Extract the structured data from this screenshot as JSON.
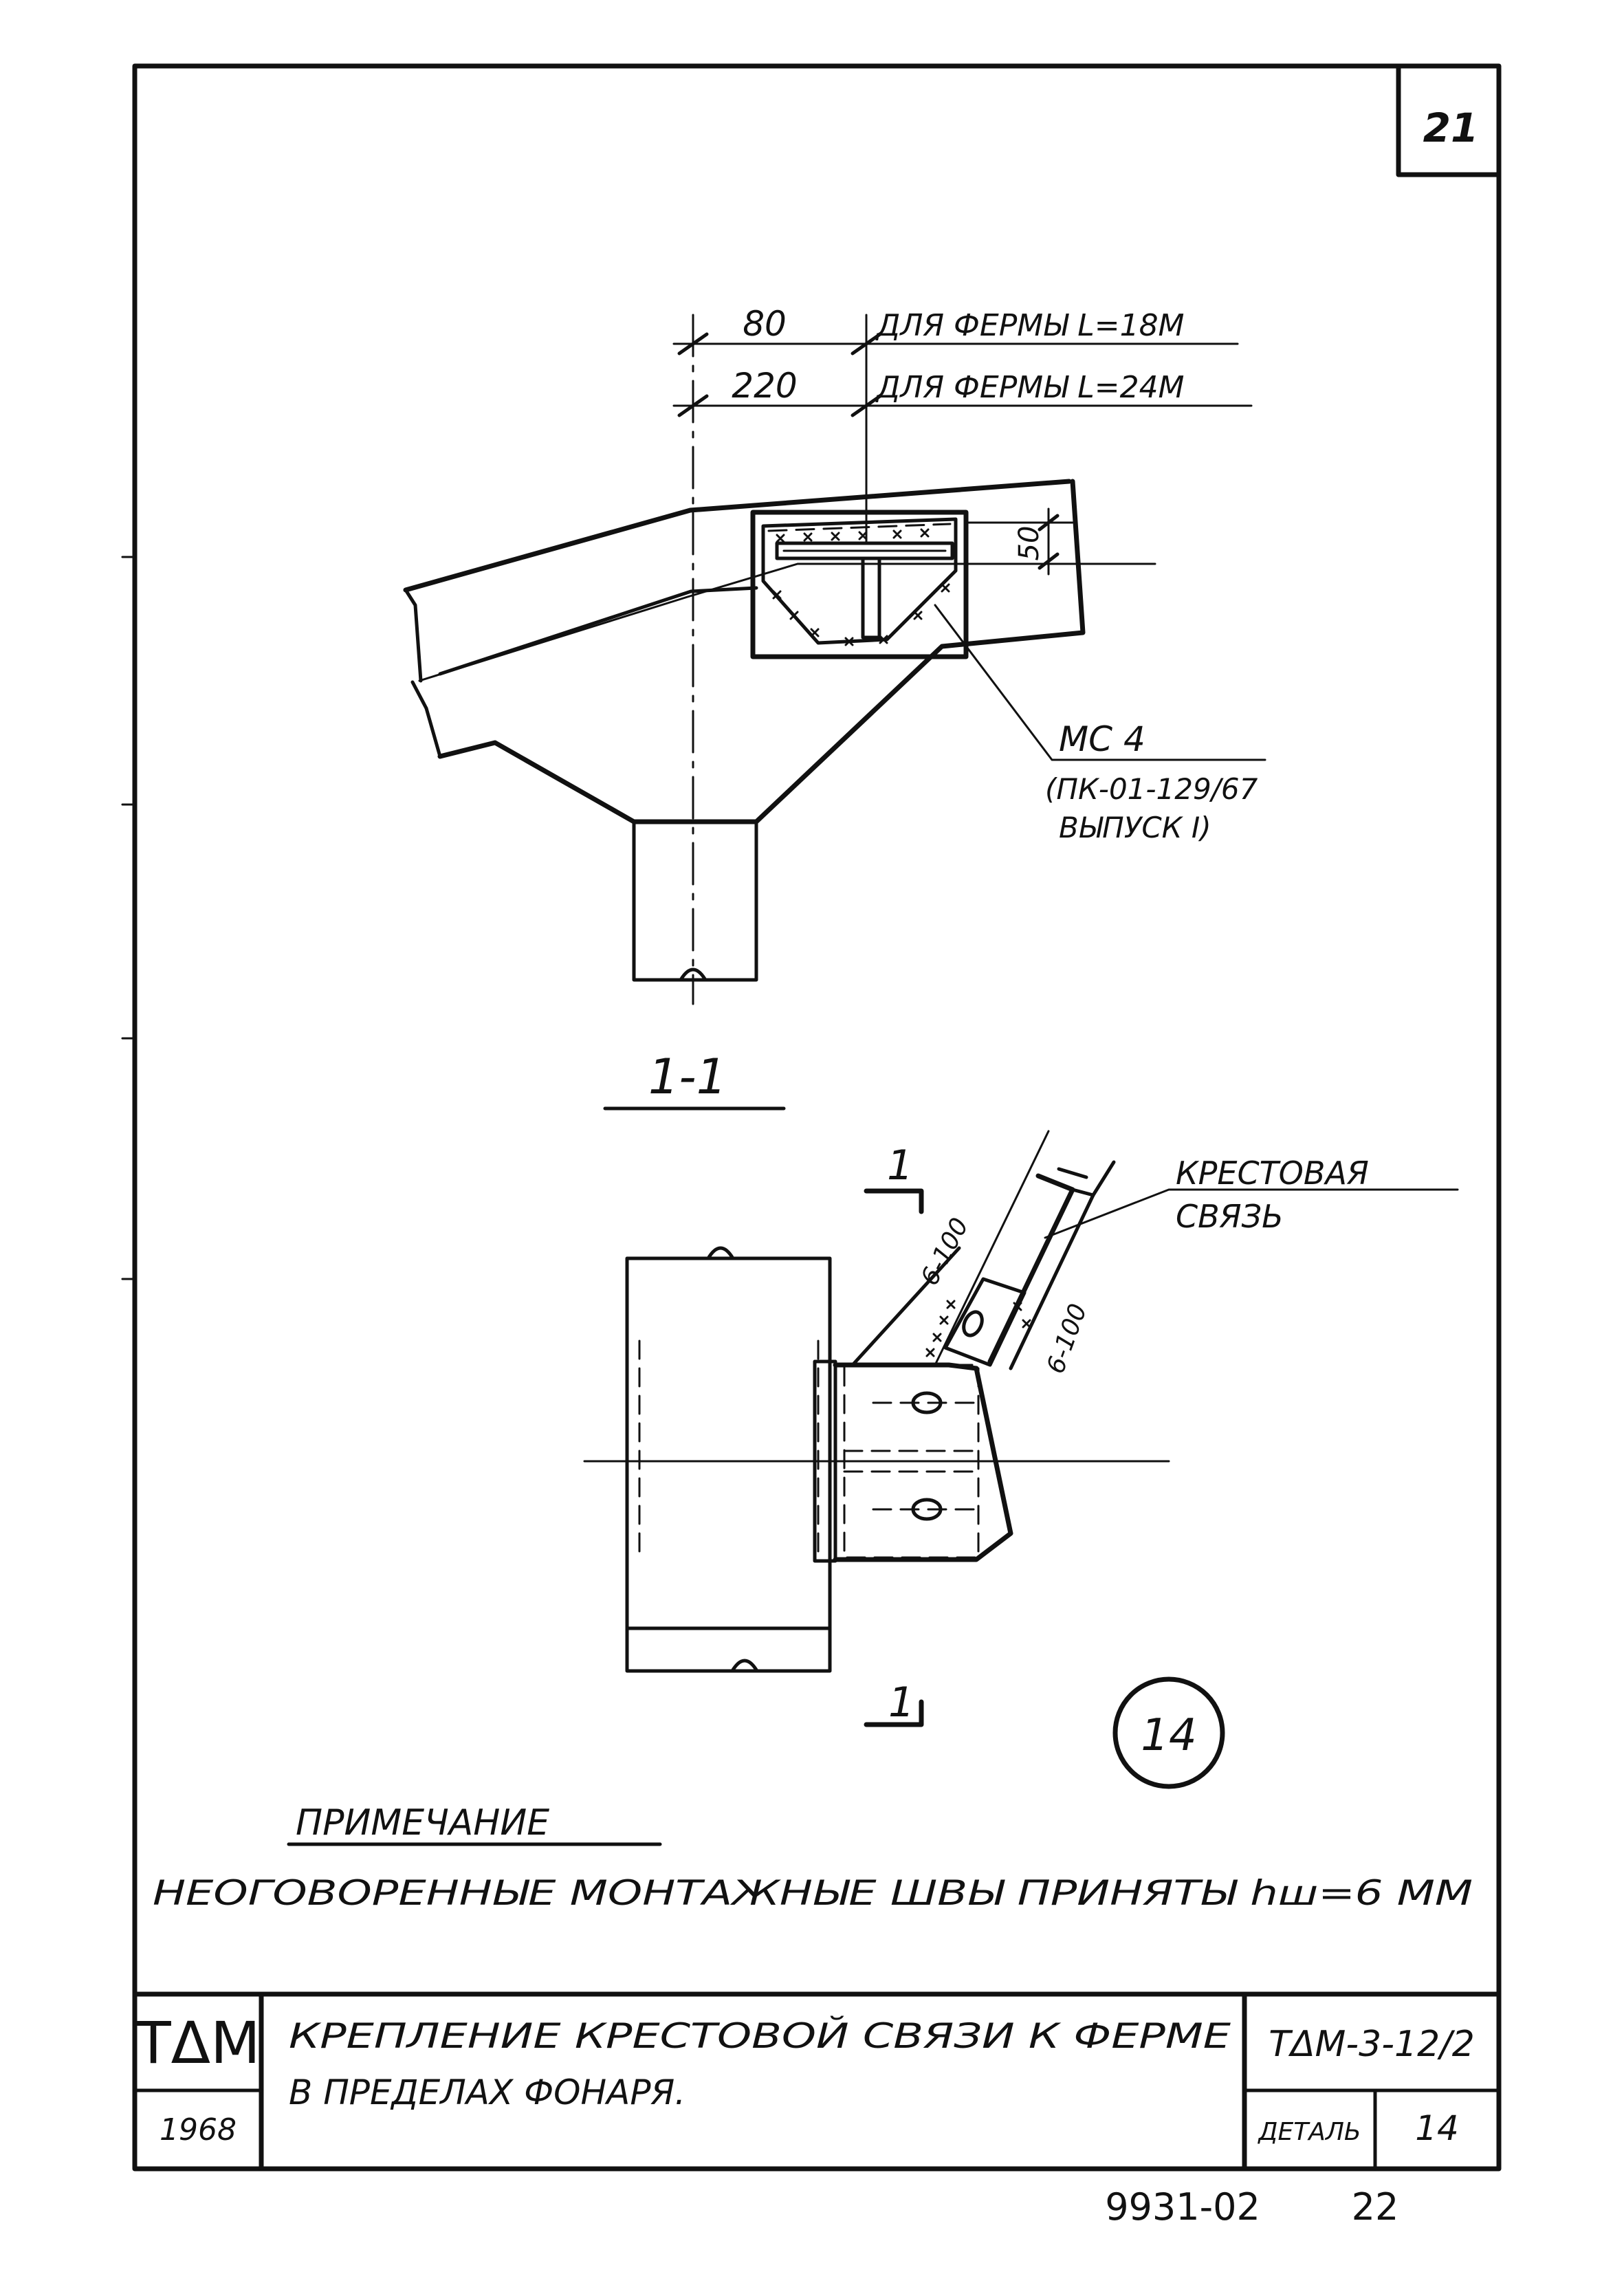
{
  "sheet": {
    "number": "21",
    "stamp_org": "ТΔМ",
    "year": "1968",
    "code": "ТΔМ-3-12/2",
    "detail_label": "ДЕТАЛЬ",
    "detail_number": "14",
    "archive_code": "9931-02",
    "archive_page": "22"
  },
  "title_block": {
    "line1": "КРЕПЛЕНИЕ КРЕСТОВОЙ СВЯЗИ К ФЕРМЕ",
    "line2": "В ПРЕДЕЛАХ ФОНАРЯ."
  },
  "top_view": {
    "dim1_value": "80",
    "dim1_text": "ДЛЯ ФЕРМЫ L=18М",
    "dim2_value": "220",
    "dim2_text": "ДЛЯ ФЕРМЫ L=24М",
    "dim_side": "50",
    "callout_line1": "МС 4",
    "callout_line2": "(ПК-01-129/67",
    "callout_line3": "ВЫПУСК I)"
  },
  "section": {
    "title": "1-1",
    "cut_label_top": "1",
    "cut_label_bottom": "1",
    "brace_label_line1": "КРЕСТОВАЯ",
    "brace_label_line2": "СВЯЗЬ",
    "weld1": "6-100",
    "weld2": "6-100",
    "detail_circle": "14"
  },
  "note": {
    "heading": "ПРИМЕЧАНИЕ",
    "text": "НЕОГОВОРЕННЫЕ МОНТАЖНЫЕ ШВЫ ПРИНЯТЫ hш=6 ММ"
  }
}
